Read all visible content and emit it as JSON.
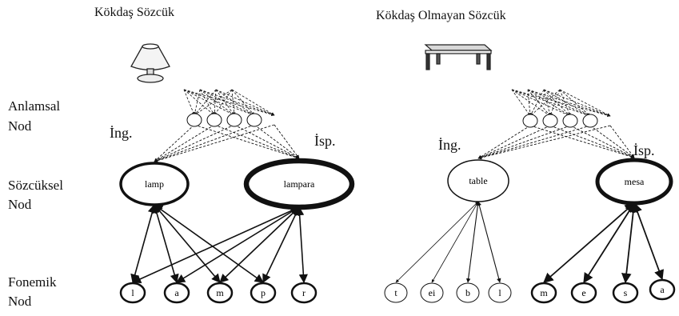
{
  "titles": {
    "cognate": "Kökdaş Sözcük",
    "noncognate": "Kökdaş Olmayan Sözcük"
  },
  "levels": {
    "semantic_line1": "Anlamsal",
    "semantic_line2": "Nod",
    "lexical_line1": "Sözcüksel",
    "lexical_line2": "Nod",
    "phonemic_line1": "Fonemik",
    "phonemic_line2": "Nod"
  },
  "languages": {
    "english": "İng.",
    "spanish": "İsp."
  },
  "cognate_panel": {
    "lexical_nodes": [
      {
        "label": "lamp"
      },
      {
        "label": "lampara"
      }
    ],
    "phonemes": [
      "l",
      "a",
      "m",
      "p",
      "r"
    ]
  },
  "noncognate_panel": {
    "lexical_nodes": [
      {
        "label": "table"
      },
      {
        "label": "mesa"
      }
    ],
    "phonemes": [
      "t",
      "ei",
      "b",
      "l",
      "m",
      "e",
      "s",
      "a"
    ]
  },
  "icons": [
    "lamp-icon",
    "table-icon"
  ]
}
